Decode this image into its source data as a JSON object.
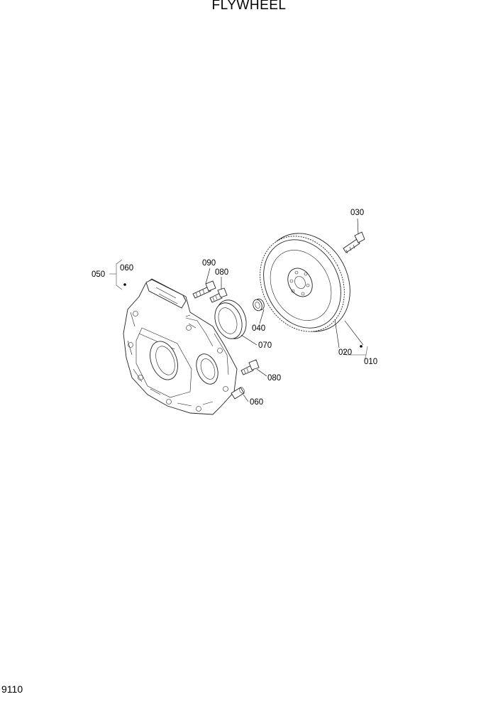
{
  "title": "FLYWHEEL",
  "page_number": "9110",
  "callouts": [
    {
      "label": "030"
    },
    {
      "label": "050"
    },
    {
      "label": "060"
    },
    {
      "label": "090"
    },
    {
      "label": "080"
    },
    {
      "label": "040"
    },
    {
      "label": "070"
    },
    {
      "label": "020"
    },
    {
      "label": "010"
    },
    {
      "label": "080"
    },
    {
      "label": "060"
    }
  ]
}
